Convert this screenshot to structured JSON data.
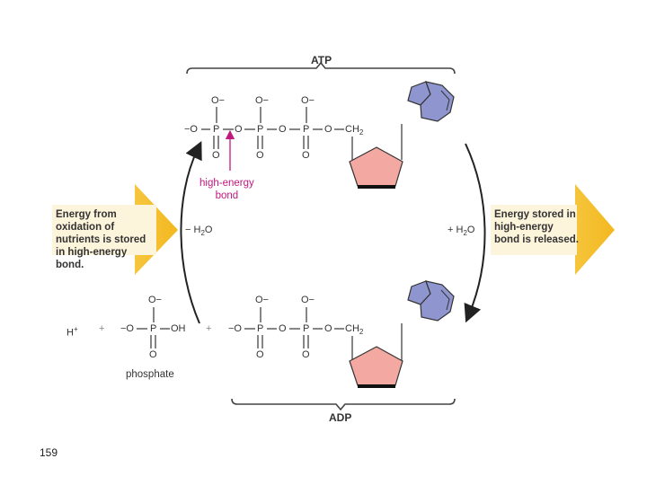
{
  "atp": {
    "title": "ATP",
    "row": {
      "o_minus_left": "−O",
      "o_top": "O−",
      "p": "P",
      "o_bridge": "O",
      "o_bottom": "O",
      "ch2": "CH",
      "ch2_sub": "2"
    },
    "high_energy_bond_label": "high-energy\nbond"
  },
  "adp": {
    "title": "ADP",
    "row": {
      "o_minus_left": "−O",
      "o_top": "O−",
      "p": "P",
      "o_bridge": "O",
      "o_bottom": "O",
      "ch2": "CH",
      "ch2_sub": "2"
    }
  },
  "reaction": {
    "minus_water": "− H",
    "minus_water_sub": "2",
    "minus_water_end": "O",
    "plus_water": "+ H",
    "plus_water_sub": "2",
    "plus_water_end": "O"
  },
  "left_products": {
    "h_plus": "H",
    "h_plus_sup": "+",
    "plus": "+",
    "phosphate_oh": "OH",
    "phosphate_label": "phosphate"
  },
  "notes": {
    "left": "Energy from oxidation of nutrients is stored in high-energy bond.",
    "right": "Energy stored in high-energy bond is released."
  },
  "colors": {
    "arrow_yellow": "#f5c230",
    "note_bg": "#fdf4dc",
    "ring_blue": "#8f95cf",
    "ring_pink": "#f4a8a2",
    "pink_text": "#c0187e"
  },
  "page_number": "159"
}
